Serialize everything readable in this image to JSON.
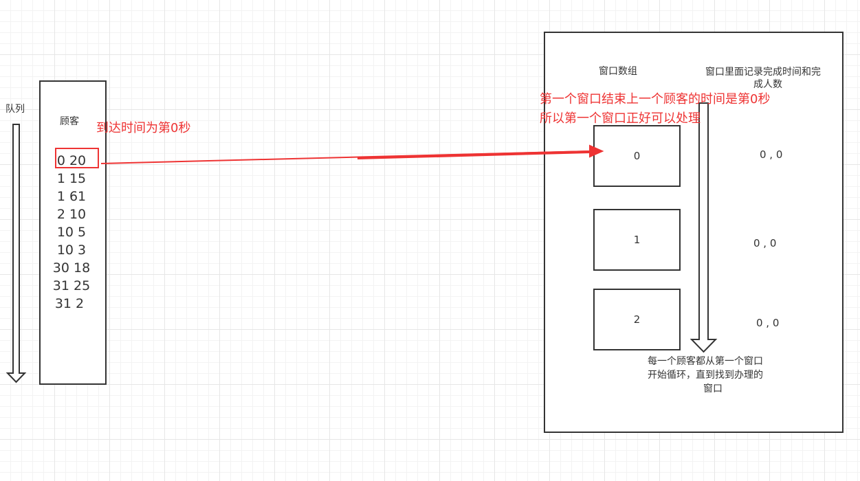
{
  "queue_label": "队列",
  "customer": {
    "header": "顾客",
    "rows": [
      "0 20",
      "1 15",
      "1 61",
      "2 10",
      "10 5",
      "10 3",
      "30 18",
      "31 25",
      "31 2"
    ]
  },
  "arrival_note": "到达时间为第0秒",
  "window_panel": {
    "array_title": "窗口数组",
    "record_title_line1": "窗口里面记录完成时间和完",
    "record_title_line2": "成人数",
    "note_line1": "第一个窗口结束上一个顾客的时间是第0秒",
    "note_line2": "所以第一个窗口正好可以处理",
    "windows": [
      {
        "index": "0",
        "value": "0 , 0"
      },
      {
        "index": "1",
        "value": "0 , 0"
      },
      {
        "index": "2",
        "value": "0 , 0"
      }
    ],
    "loop_note_line1": "每一个顾客都从第一个窗口",
    "loop_note_line2": "开始循环，直到找到办理的",
    "loop_note_line3": "窗口"
  },
  "colors": {
    "red": "#ee3333",
    "stroke": "#333333"
  }
}
